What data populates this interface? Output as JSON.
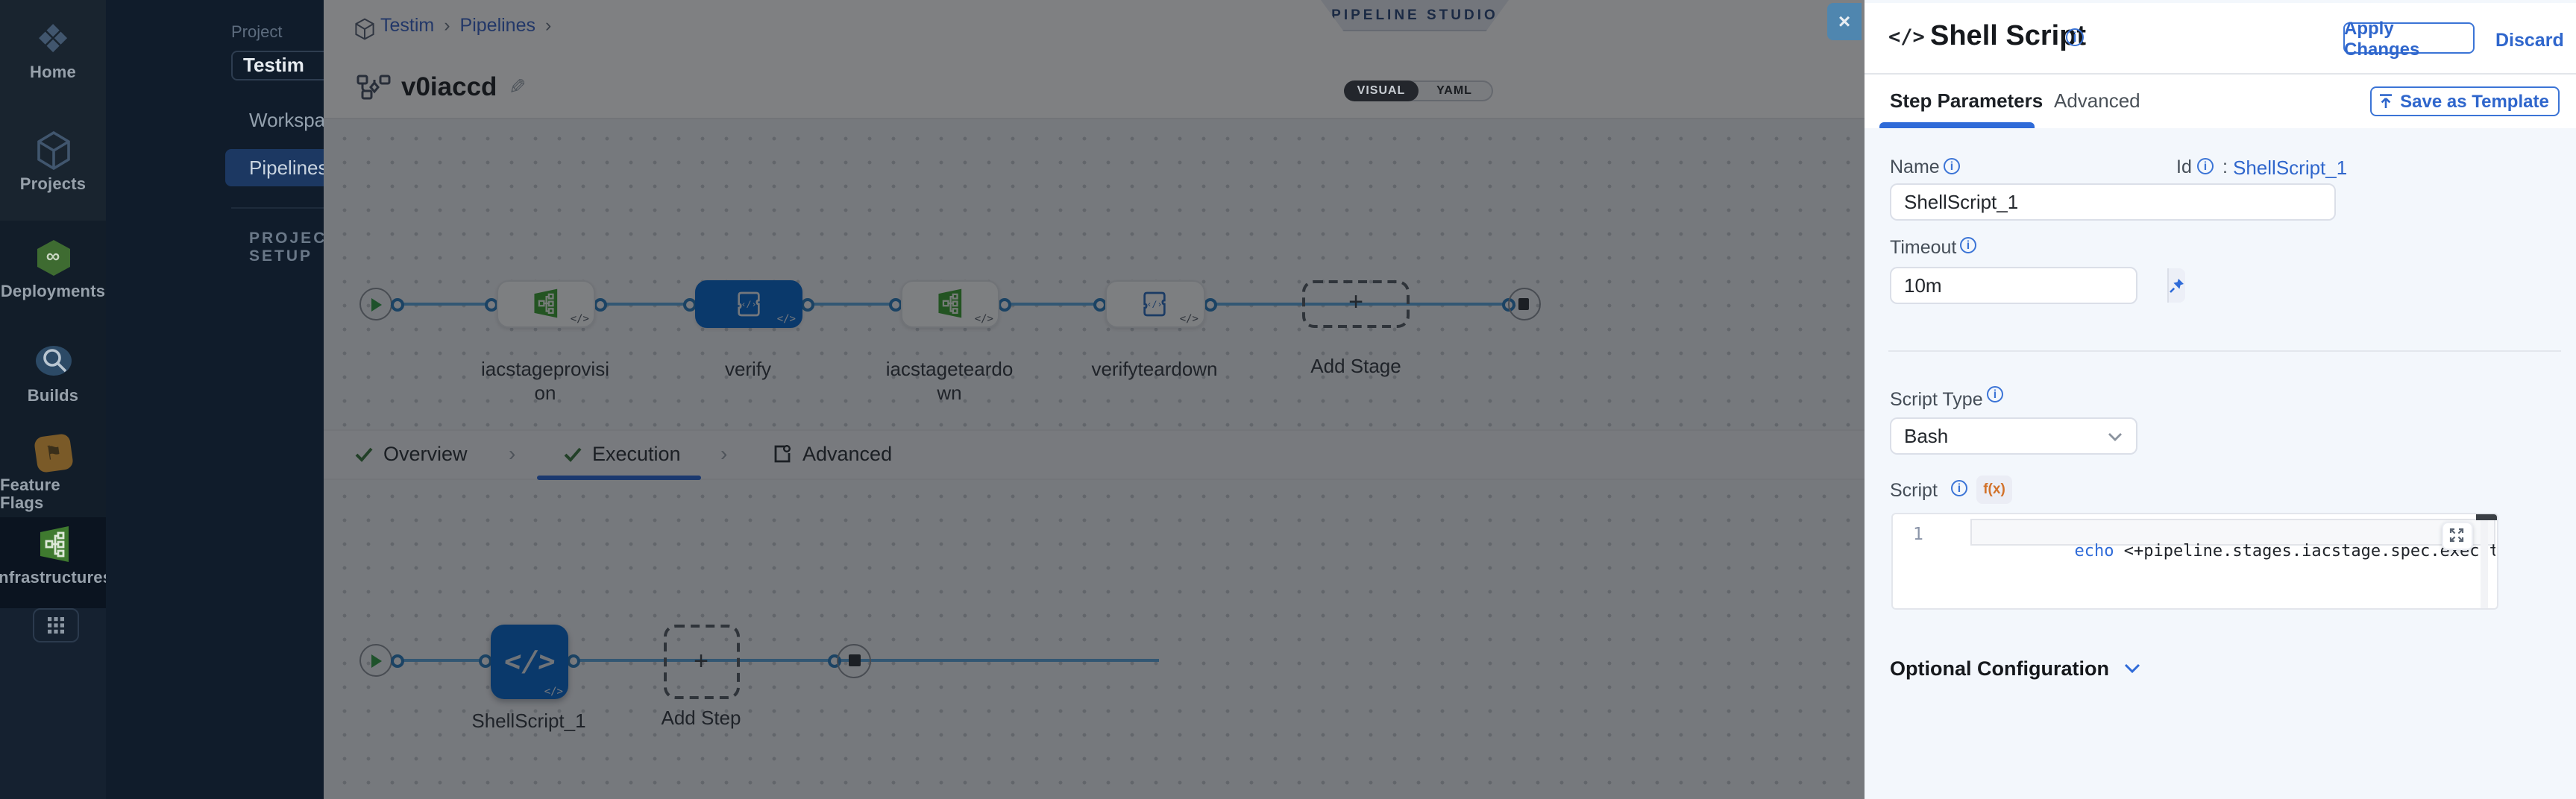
{
  "colors": {
    "accent_blue": "#0C6BD0",
    "link_blue": "#2F66CC",
    "green": "#3F7A2F",
    "sidebar_bg": "#0E1B2B",
    "selected_nav_bg": "#1C3862",
    "canvas_bg": "#EDF0F4",
    "drawer_form_bg": "#F3F7FC",
    "close_btn_bg": "#4F86AF",
    "flag_amber": "#7A5A28"
  },
  "icons": {
    "home_glyph": "❖",
    "infinity_glyph": "∞",
    "flag_glyph": "⚑",
    "pencil_glyph": "✎",
    "chevron_right": "›",
    "plus_glyph": "+",
    "close_glyph": "×",
    "info_glyph": "i",
    "code_glyph": "</>",
    "colon": ":"
  },
  "sidebar": {
    "items": [
      {
        "label": "Home"
      },
      {
        "label": "Projects"
      },
      {
        "label": "Deployments"
      },
      {
        "label": "Builds"
      },
      {
        "label": "Feature Flags"
      },
      {
        "label": "Infrastructures"
      }
    ]
  },
  "nav": {
    "project_label": "Project",
    "project_name": "Testim",
    "items": [
      {
        "label": "Workspaces"
      },
      {
        "label": "Pipelines"
      }
    ],
    "section_label": "PROJECT SETUP"
  },
  "header": {
    "breadcrumb": [
      {
        "label": "Testim"
      },
      {
        "label": "Pipelines"
      }
    ],
    "badge": "PIPELINE STUDIO",
    "pipeline_name": "v0iaccd",
    "toggle": [
      {
        "label": "VISUAL"
      },
      {
        "label": "YAML"
      }
    ]
  },
  "canvas": {
    "stages": [
      {
        "label": "iacstageprovision",
        "type": "infrastructure"
      },
      {
        "label": "verify",
        "type": "custom",
        "selected": true
      },
      {
        "label": "iacstageteardown",
        "type": "infrastructure"
      },
      {
        "label": "verifyteardown",
        "type": "custom"
      }
    ],
    "add_stage_label": "Add Stage",
    "tabs": [
      {
        "label": "Overview",
        "done": true
      },
      {
        "label": "Execution",
        "done": true,
        "active": true
      },
      {
        "label": "Advanced"
      }
    ],
    "execution": {
      "step_label": "ShellScript_1",
      "add_step_label": "Add Step"
    }
  },
  "drawer": {
    "title": "Shell Script",
    "apply_label": "Apply Changes",
    "discard_label": "Discard",
    "tabs": [
      {
        "label": "Step Parameters",
        "active": true
      },
      {
        "label": "Advanced"
      }
    ],
    "save_template_label": "Save as Template",
    "form": {
      "name_label": "Name",
      "name_value": "ShellScript_1",
      "id_label": "Id",
      "id_value": "ShellScript_1",
      "timeout_label": "Timeout",
      "timeout_value": "10m",
      "script_type_label": "Script Type",
      "script_type_value": "Bash",
      "script_label": "Script",
      "fx_label": "f(x)",
      "code_line_number": "1",
      "code_keyword": "echo",
      "code_rest": " <+pipeline.stages.iacstage.spec.execution.steps.appl",
      "optional_label": "Optional Configuration"
    }
  }
}
